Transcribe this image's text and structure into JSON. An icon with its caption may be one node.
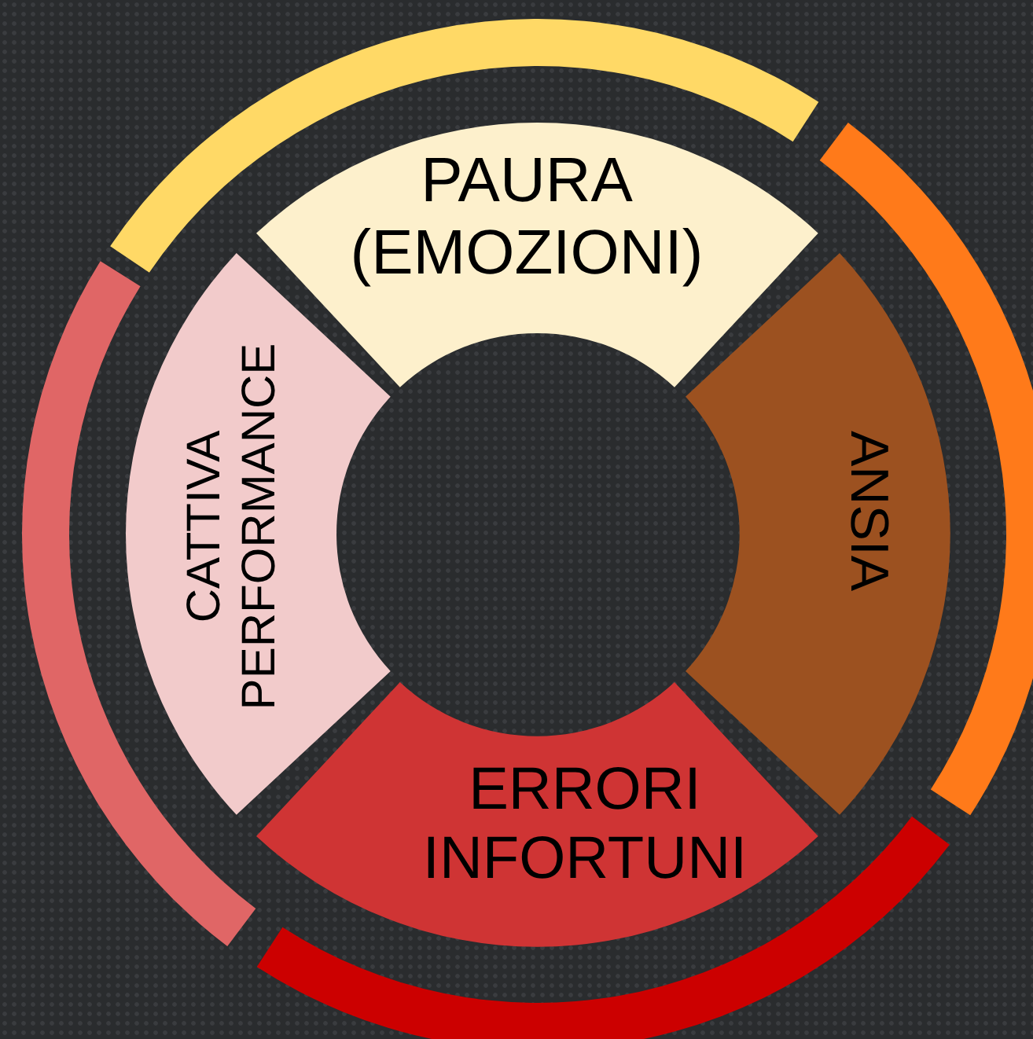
{
  "diagram": {
    "nodes": [
      {
        "text": [
          "PAURA (EMOZIONI)"
        ]
      },
      {
        "text": [
          "ANSIA"
        ]
      },
      {
        "text": [
          "ERRORI INFORTUNI"
        ]
      },
      {
        "text": [
          "CATTIVA PERFORMANCE"
        ]
      }
    ]
  }
}
